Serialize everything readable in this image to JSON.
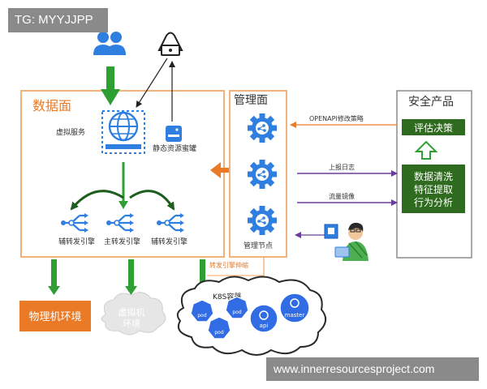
{
  "overlay": {
    "tag": "TG: MYYJJPP",
    "watermark": "www.innerresourcesproject.com"
  },
  "data_plane": {
    "title": "数据面",
    "virtual_service": "虚拟服务",
    "static_honeypot": "静态资源蜜罐",
    "engine_left": "辅转发引擎",
    "engine_main": "主转发引擎",
    "engine_right": "辅转发引擎"
  },
  "management_plane": {
    "title": "管理面",
    "node_label": "管理节点"
  },
  "security_products": {
    "title": "安全产品",
    "evaluate_decide": "评估决策",
    "analysis_line1": "数据清洗",
    "analysis_line2": "特征提取",
    "analysis_line3": "行为分析"
  },
  "flows": {
    "openapi": "OPENAPI修改策略",
    "report_logs": "上报日志",
    "traffic_mirror": "流量镜像",
    "engine_scaling": "转发引擎伸缩"
  },
  "environments": {
    "physical": "物理机环境",
    "virtual_line1": "虚拟机",
    "virtual_line2": "环境",
    "k8s": "K8S容器",
    "pod": "pod",
    "api": "api",
    "master": "master"
  },
  "colors": {
    "orange": "#f4a460",
    "orange_dark": "#ea7a26",
    "green_arrow": "#2f9e33",
    "green_dark": "#2f6b1e",
    "blue": "#2f7fe0",
    "purple": "#6a3d9a",
    "k8s_blue": "#326ce5",
    "security_border": "#8c8c8c"
  }
}
